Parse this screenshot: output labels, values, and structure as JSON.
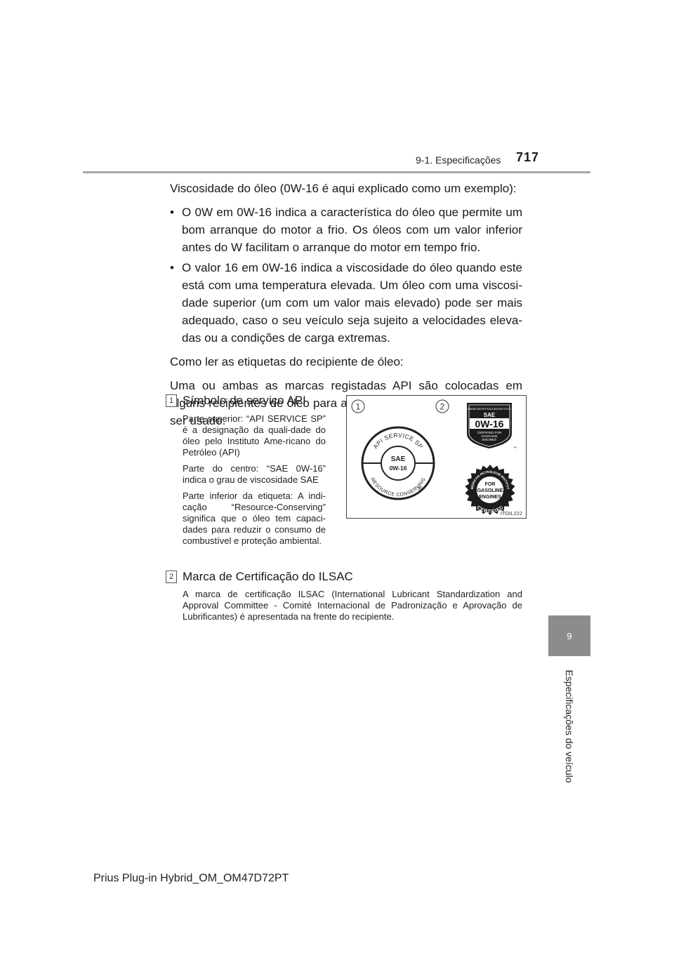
{
  "header": {
    "section": "9-1. Especificações",
    "page_number": "717"
  },
  "side_tab": {
    "number": "9",
    "label": "Especificações do veículo"
  },
  "intro": "Viscosidade do óleo (0W-16 é aqui explicado como um exemplo):",
  "bullets": [
    "O 0W em 0W-16 indica a característica do óleo que permite um bom arranque do motor a frio. Os óleos com um valor inferior antes do W facilitam o arranque do motor em tempo frio.",
    "O valor 16 em 0W-16 indica a viscosidade do óleo quando este está com uma temperatura elevada. Um óleo com uma viscosi-dade superior (um com um valor mais elevado) pode ser mais adequado, caso o seu veículo seja sujeito a velocidades eleva-das ou a condições de carga extremas."
  ],
  "labels_heading": "Como ler as etiquetas do recipiente de óleo:",
  "labels_para": "Uma ou ambas as marcas registadas API são colocadas em alguns recipientes de óleo para ajudar a escolher o óleo que deve ser usado.",
  "item1": {
    "number": "1",
    "title": "Símbolo de serviço API",
    "paras": [
      "Parte superior: “API SERVICE SP” é a designação da quali-dade do óleo pelo Instituto Ame-ricano do Petróleo (API)",
      "Parte do centro: “SAE 0W-16” indica o grau de viscosidade SAE",
      "Parte inferior da etiqueta: A indi-cação “Resource-Conserving” significa que o óleo tem capaci-dades para reduzir o consumo de combustível e proteção ambiental."
    ]
  },
  "item2": {
    "number": "2",
    "title": "Marca de Certificação do ILSAC",
    "para": "A marca de certificação ILSAC (International Lubricant Standardization and Approval Committee - Comité Internacional de Padronização e Aprovação de Lubrificantes) é apresentada na frente do recipiente."
  },
  "figure": {
    "callout_1": "1",
    "callout_2": "2",
    "donut_top": "API SERVICE SP",
    "donut_center_1": "SAE",
    "donut_center_2": "0W-16",
    "donut_bottom": "RESOURCE CONSERVING",
    "registered": "®",
    "shield_header": "AMERICAN PETROLEUM INSTITUTE",
    "shield_sae": "SAE",
    "shield_grade": "0W-16",
    "shield_line1": "CERTIFIED FOR",
    "shield_line2": "GASOLINE",
    "shield_line3": "ENGINES",
    "trademark": "™",
    "starburst_top": "AMERICAN PETROLEUM INSTITUTE",
    "starburst_line1": "FOR",
    "starburst_line2": "GASOLINE",
    "starburst_line3": "ENGINES",
    "starburst_bottom": "CERTIFIED",
    "code": "ITOIL222"
  },
  "footer": "Prius Plug-in Hybrid_OM_OM47D72PT"
}
